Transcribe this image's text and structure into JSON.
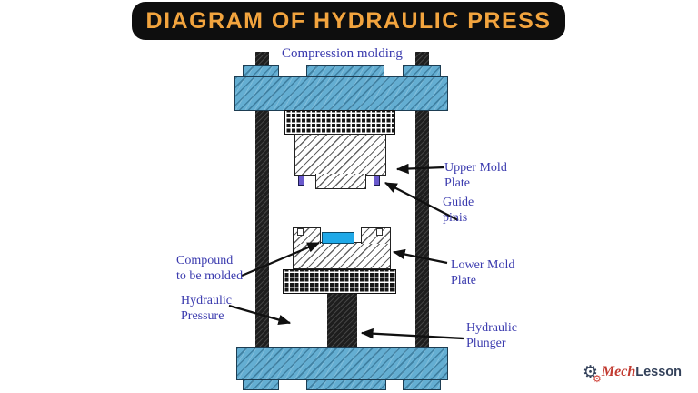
{
  "title": "DIAGRAM OF HYDRAULIC PRESS",
  "diagram": {
    "caption": "Compression molding",
    "labels": {
      "upper_mold_1": "Upper Mold",
      "upper_mold_2": "Plate",
      "guide_pins_1": "Guide",
      "guide_pins_2": "pinis",
      "compound_1": "Compound",
      "compound_2": "to be molded",
      "hydraulic_pressure_1": "Hydraulic",
      "hydraulic_pressure_2": "Pressure",
      "lower_mold_1": "Lower Mold",
      "lower_mold_2": "Plate",
      "hydraulic_plunger_1": "Hydraulic",
      "hydraulic_plunger_2": "Plunger"
    }
  },
  "logo": {
    "brand_1": "Mech",
    "brand_2": "Lesson"
  },
  "colors": {
    "banner_bg": "#0e0e0e",
    "title_text": "#F2A43E",
    "label_text": "#3A3AAE",
    "plate_blue": "#64AED2",
    "compound_blue": "#1FA9E8",
    "guide_pin": "#6A5ACD",
    "column_black": "#1E1E1E",
    "logo_red": "#C23B31",
    "logo_dark": "#33415A"
  }
}
